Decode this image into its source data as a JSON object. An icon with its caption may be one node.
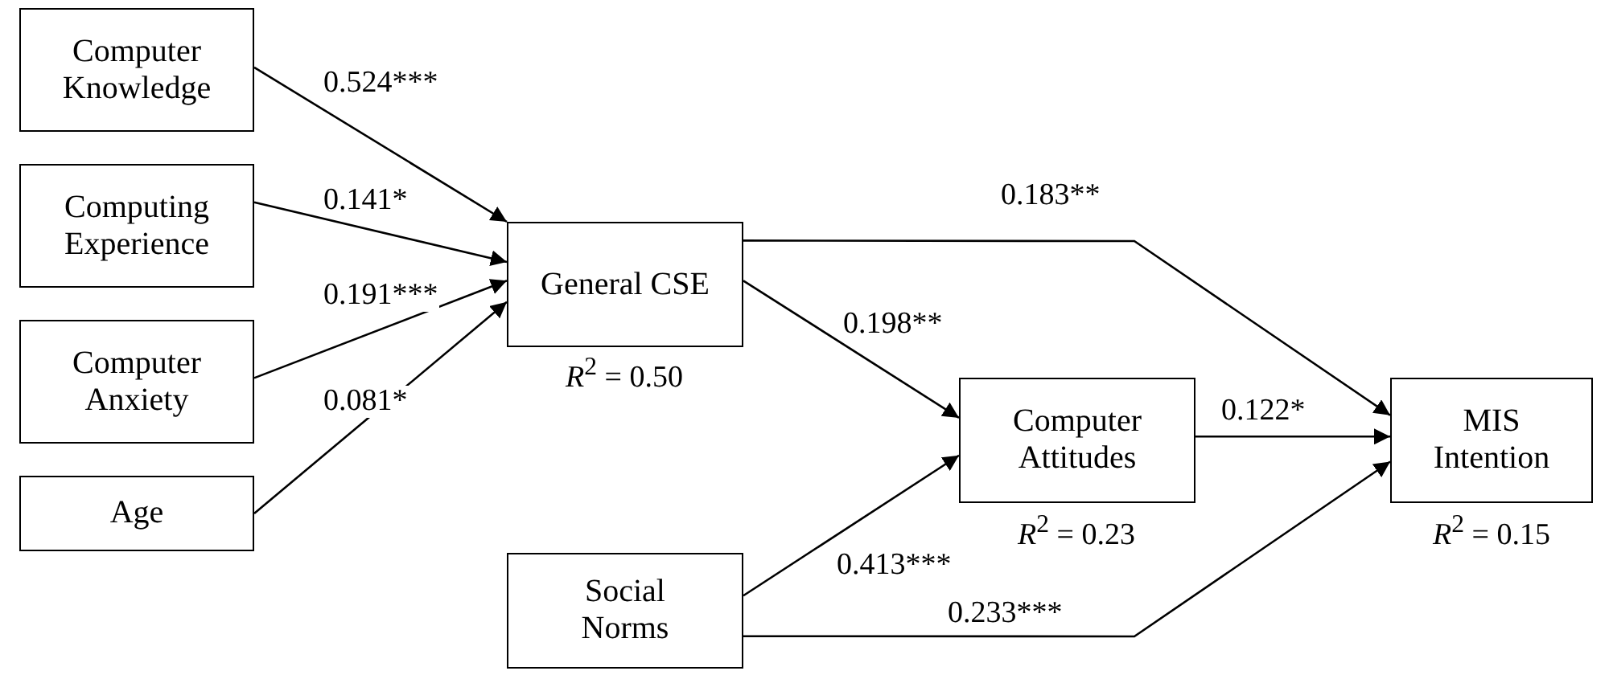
{
  "diagram": {
    "nodes": [
      {
        "text": [
          "Computer Knowledge"
        ]
      },
      {
        "text": [
          "Computing Experience"
        ]
      },
      {
        "text": [
          "Computer Anxiety"
        ]
      },
      {
        "text": [
          "Age"
        ]
      },
      {
        "text": [
          "General CSE"
        ],
        "beside": [
          "*R*$^{2}$ = 0.50"
        ]
      },
      {
        "text": [
          "Computer Attitudes"
        ],
        "beside": [
          "*R*$^{2}$ = 0.23"
        ]
      },
      {
        "text": [
          "Social Norms"
        ]
      },
      {
        "text": [
          "MIS Intention"
        ],
        "beside": [
          "*R*$^{2}$ = 0.15"
        ]
      }
    ],
    "edges": [
      {
        "from": 0,
        "to": 4,
        "arrow": "to",
        "label": "0.524***"
      },
      {
        "from": 1,
        "to": 4,
        "arrow": "to",
        "label": "0.141*"
      },
      {
        "from": 2,
        "to": 4,
        "arrow": "to",
        "label": "0.191***"
      },
      {
        "from": 3,
        "to": 4,
        "arrow": "to",
        "label": "0.081*"
      },
      {
        "from": 4,
        "to": 7,
        "arrow": "to",
        "label": "0.183**"
      },
      {
        "from": 4,
        "to": 5,
        "arrow": "to",
        "label": "0.198**"
      },
      {
        "from": 6,
        "to": 5,
        "arrow": "to",
        "label": "0.413***"
      },
      {
        "from": 6,
        "to": 7,
        "arrow": "to",
        "label": "0.233***"
      },
      {
        "from": 5,
        "to": 7,
        "arrow": "to",
        "label": "0.122*"
      }
    ]
  }
}
